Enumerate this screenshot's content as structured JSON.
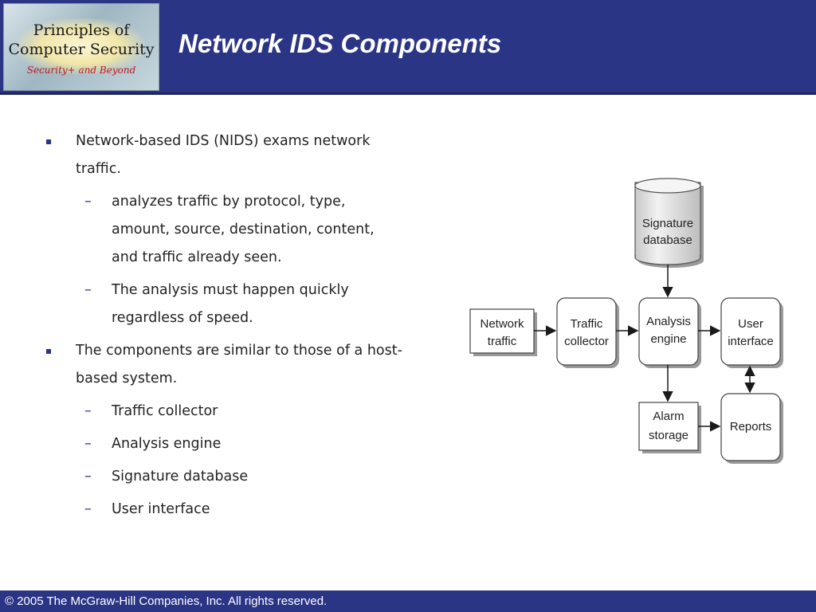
{
  "logo": {
    "line1": "Principles of",
    "line2": "Computer Security",
    "line3": "Security+ and Beyond"
  },
  "title": "Network IDS Components",
  "bullets": [
    {
      "level": 1,
      "text": "Network-based IDS (NIDS) exams network traffic."
    },
    {
      "level": 2,
      "text": "analyzes traffic by protocol, type, amount, source, destination, content, and traffic already seen."
    },
    {
      "level": 2,
      "text": "The analysis must happen quickly regardless of speed."
    },
    {
      "level": 1,
      "text": "The components are similar to those of a host-based system."
    },
    {
      "level": 2,
      "text": "Traffic collector"
    },
    {
      "level": 2,
      "text": "Analysis engine"
    },
    {
      "level": 2,
      "text": "Signature database"
    },
    {
      "level": 2,
      "text": "User interface"
    }
  ],
  "diagram": {
    "signature_db": [
      "Signature",
      "database"
    ],
    "network_traffic": [
      "Network",
      "traffic"
    ],
    "traffic_collector": [
      "Traffic",
      "collector"
    ],
    "analysis_engine": [
      "Analysis",
      "engine"
    ],
    "user_interface": [
      "User",
      "interface"
    ],
    "alarm_storage": [
      "Alarm",
      "storage"
    ],
    "reports": [
      "Reports"
    ]
  },
  "footer": "© 2005 The McGraw-Hill Companies, Inc. All rights reserved."
}
